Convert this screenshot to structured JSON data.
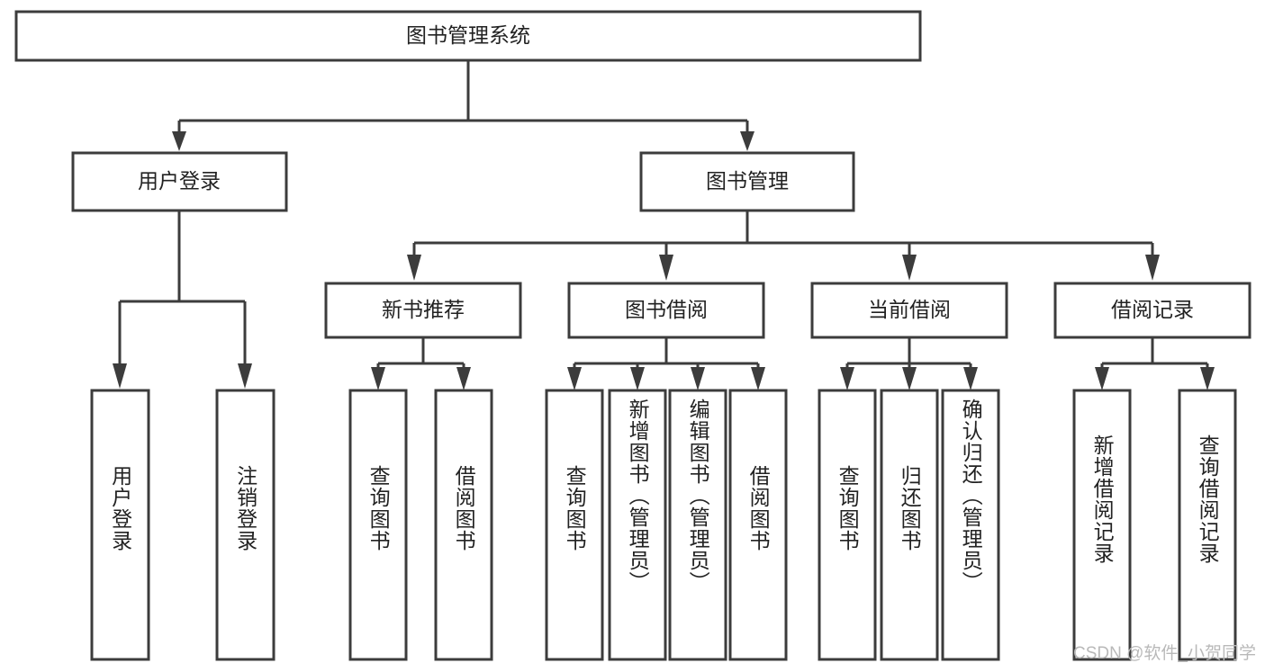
{
  "diagram": {
    "title": "图书管理系统",
    "type": "tree-hierarchy",
    "root": {
      "id": "root",
      "label": "图书管理系统"
    },
    "level2": [
      {
        "id": "user-login",
        "label": "用户登录"
      },
      {
        "id": "book-management",
        "label": "图书管理"
      }
    ],
    "level3": [
      {
        "id": "new-book-recommend",
        "label": "新书推荐",
        "parent": "book-management"
      },
      {
        "id": "book-borrow",
        "label": "图书借阅",
        "parent": "book-management"
      },
      {
        "id": "current-borrow",
        "label": "当前借阅",
        "parent": "book-management"
      },
      {
        "id": "borrow-record",
        "label": "借阅记录",
        "parent": "book-management"
      }
    ],
    "leaves": [
      {
        "id": "leaf-user-login",
        "label": "用户登录",
        "parent": "user-login"
      },
      {
        "id": "leaf-logout-login",
        "label": "注销登录",
        "parent": "user-login"
      },
      {
        "id": "leaf-query-book-1",
        "label": "查询图书",
        "parent": "new-book-recommend"
      },
      {
        "id": "leaf-borrow-book-1",
        "label": "借阅图书",
        "parent": "new-book-recommend"
      },
      {
        "id": "leaf-query-book-2",
        "label": "查询图书",
        "parent": "book-borrow"
      },
      {
        "id": "leaf-add-book",
        "label": "新增图书（管理员）",
        "parent": "book-borrow"
      },
      {
        "id": "leaf-edit-book",
        "label": "编辑图书（管理员）",
        "parent": "book-borrow"
      },
      {
        "id": "leaf-borrow-book-2",
        "label": "借阅图书",
        "parent": "book-borrow"
      },
      {
        "id": "leaf-query-book-3",
        "label": "查询图书",
        "parent": "current-borrow"
      },
      {
        "id": "leaf-return-book",
        "label": "归还图书",
        "parent": "current-borrow"
      },
      {
        "id": "leaf-confirm-return",
        "label": "确认归还（管理员）",
        "parent": "current-borrow"
      },
      {
        "id": "leaf-add-record",
        "label": "新增借阅记录",
        "parent": "borrow-record"
      },
      {
        "id": "leaf-query-record",
        "label": "查询借阅记录",
        "parent": "borrow-record"
      }
    ],
    "colors": {
      "box_stroke": "#3c3c3c",
      "box_fill": "#ffffff",
      "text": "#222222",
      "background": "#ffffff",
      "watermark": "#b9b9b9"
    }
  },
  "watermark": {
    "text": "CSDN @软件_小贺同学"
  }
}
